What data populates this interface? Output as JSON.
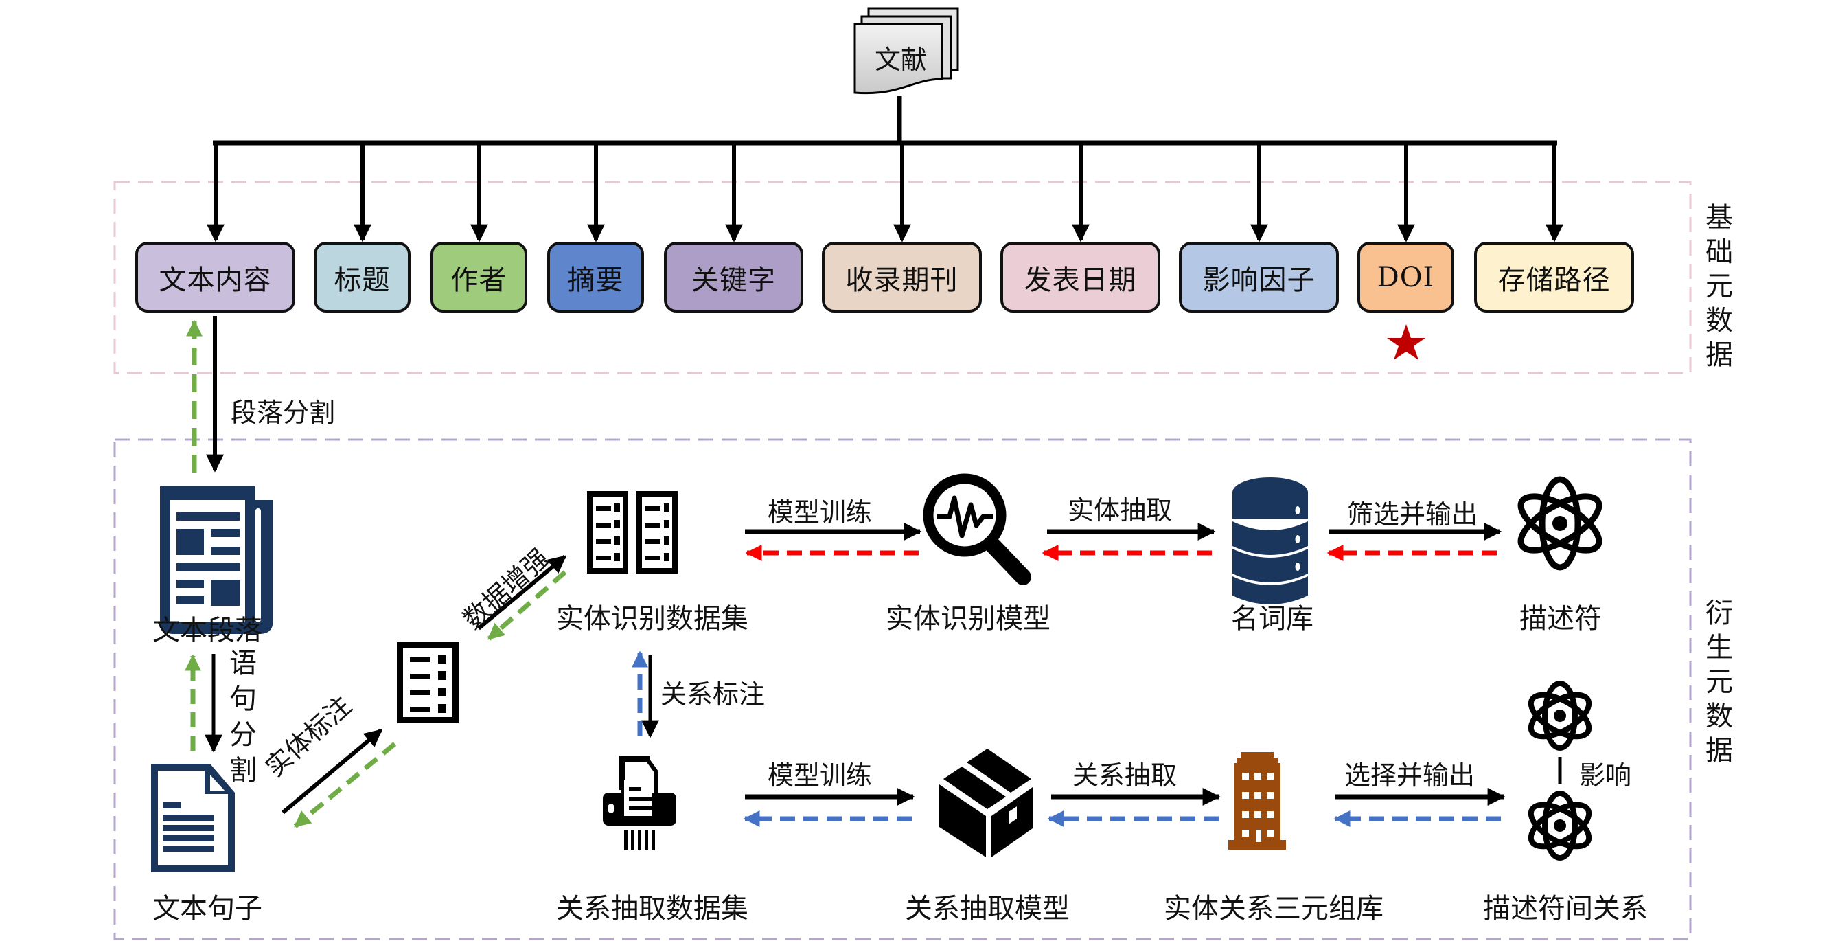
{
  "root": {
    "label": "文献",
    "icon": "stacked-documents-icon"
  },
  "regions": {
    "basic": {
      "label": "基础元数据",
      "border_color": "#e9c9d1"
    },
    "derived": {
      "label": "衍生元数据",
      "border_color": "#b3a6cc"
    }
  },
  "basic_metadata": [
    {
      "label": "文本内容",
      "color": "#c9bfdc"
    },
    {
      "label": "标题",
      "color": "#bcd6df"
    },
    {
      "label": "作者",
      "color": "#9ecb7c"
    },
    {
      "label": "摘要",
      "color": "#5f86cc"
    },
    {
      "label": "关键字",
      "color": "#ac9ec6"
    },
    {
      "label": "收录期刊",
      "color": "#e8d5c5"
    },
    {
      "label": "发表日期",
      "color": "#eacdd5"
    },
    {
      "label": "影响因子",
      "color": "#b4c8e6"
    },
    {
      "label": "DOI",
      "color": "#f9c090"
    },
    {
      "label": "存储路径",
      "color": "#fef1cd"
    }
  ],
  "doi_marker": {
    "icon": "star-icon",
    "color": "#c00000"
  },
  "nodes": {
    "paragraph": {
      "label": "文本段落",
      "icon": "newspaper-icon"
    },
    "sentence": {
      "label": "文本句子",
      "icon": "document-icon"
    },
    "annotated": {
      "label": "",
      "icon": "list-document-icon"
    },
    "ner_dataset": {
      "label": "实体识别数据集",
      "icon": "dataset-documents-icon"
    },
    "ner_model": {
      "label": "实体识别模型",
      "icon": "magnifier-waveform-icon"
    },
    "noun_db": {
      "label": "名词库",
      "icon": "database-icon"
    },
    "descriptor": {
      "label": "描述符",
      "icon": "atom-icon"
    },
    "re_dataset": {
      "label": "关系抽取数据集",
      "icon": "shredder-icon"
    },
    "re_model": {
      "label": "关系抽取模型",
      "icon": "box-icon"
    },
    "triple_db": {
      "label": "实体关系三元组库",
      "icon": "building-icon"
    },
    "descriptor_relation": {
      "label": "描述符间关系",
      "icon": "atom-pair-icon"
    }
  },
  "edges": {
    "paragraph_split": "段落分割",
    "sentence_split": "语句分割",
    "entity_annotation": "实体标注",
    "data_augmentation": "数据增强",
    "ner_training": "模型训练",
    "entity_extraction": "实体抽取",
    "filter_output": "筛选并输出",
    "relation_annotation": "关系标注",
    "re_training": "模型训练",
    "relation_extraction": "关系抽取",
    "select_output": "选择并输出",
    "influence": "影响"
  },
  "feedback_colors": {
    "green": "#70ad47",
    "red": "#ff0000",
    "blue": "#4472c4"
  },
  "icon_colors": {
    "navy": "#1b365d",
    "brown": "#9a4a0c"
  }
}
